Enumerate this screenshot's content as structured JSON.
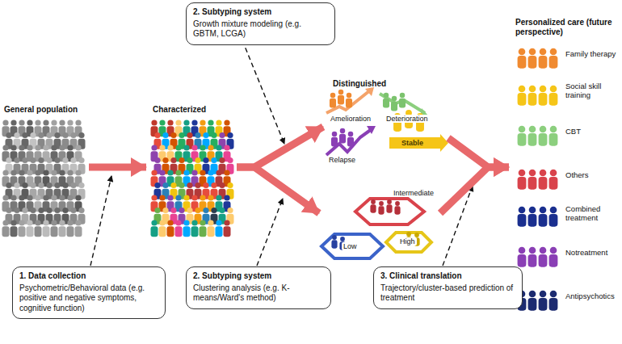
{
  "diagram": {
    "nodes": [
      {
        "text": [
          "2. Subtyping system",
          "Growth mixture modeling (e.g. GBTM, LCGA)"
        ]
      },
      {
        "text": [
          "General population"
        ]
      },
      {
        "text": [
          "Characterized"
        ]
      },
      {
        "text": [
          "Distinguished",
          "Amelioration",
          "Deterioration",
          "Relapse",
          "Stable"
        ]
      },
      {
        "text": [
          "Intermediate",
          "Low",
          "High"
        ]
      },
      {
        "text": [
          "Personalized care (future perspective)",
          "Family therapy",
          "Social skill training",
          "CBT",
          "Others",
          "Combined treatment",
          "Notreatment",
          "Antipsychotics"
        ]
      },
      {
        "text": [
          "1. Data collection",
          "Psychometric/Behavioral data (e.g. positive and negative symptoms, cognitive function)"
        ]
      },
      {
        "text": [
          "2. Subtyping system",
          "Clustering analysis (e.g. K-means/Ward's method)"
        ]
      },
      {
        "text": [
          "3. Clinical translation",
          "Trajectory/cluster-based prediction of treatment"
        ]
      }
    ],
    "edges": [
      {
        "from": 1,
        "to": 2,
        "arrow": "to"
      },
      {
        "from": 2,
        "to": 3,
        "arrow": "to"
      },
      {
        "from": 2,
        "to": 4,
        "arrow": "to"
      },
      {
        "from": 3,
        "to": 5,
        "arrow": "to"
      },
      {
        "from": 4,
        "to": 5,
        "arrow": "to"
      }
    ]
  }
}
